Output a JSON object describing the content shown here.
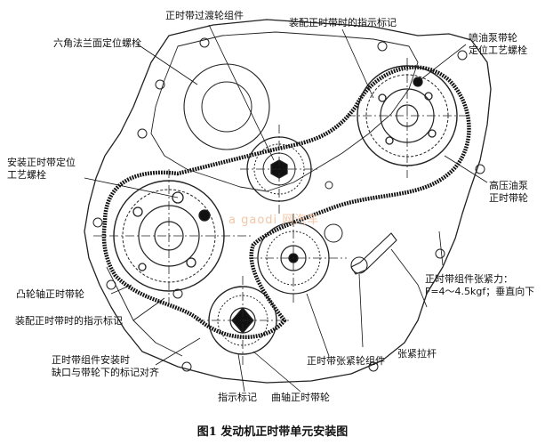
{
  "labels": {
    "idler": "正时带过渡轮组件",
    "hex_bolt": "六角法兰面定位螺栓",
    "assembly_mark_top": "装配正时带时的指示标记",
    "pump_bolt": "喷油泵带轮\n定位工艺螺栓",
    "install_bolt": "安装正时带定位\n工艺螺栓",
    "hp_pump_pulley": "高压油泵\n正时带轮",
    "tension_force": "正时带组件张紧力：\nF=4～4.5kgf；垂直向下",
    "cam_pulley": "凸轮轴正时带轮",
    "assembly_mark_left": "装配正时带时的指示标记",
    "notch_align": "正时带组件安装时\n缺口与带轮下的标记对齐",
    "tensioner_rod": "张紧拉杆",
    "tensioner": "正时带张紧轮组件",
    "index_mark": "指示标记",
    "crank_pulley": "曲轴正时带轮"
  },
  "caption": "图1   发动机正时带单元安装图",
  "watermark": "a gaodi 网汽车"
}
